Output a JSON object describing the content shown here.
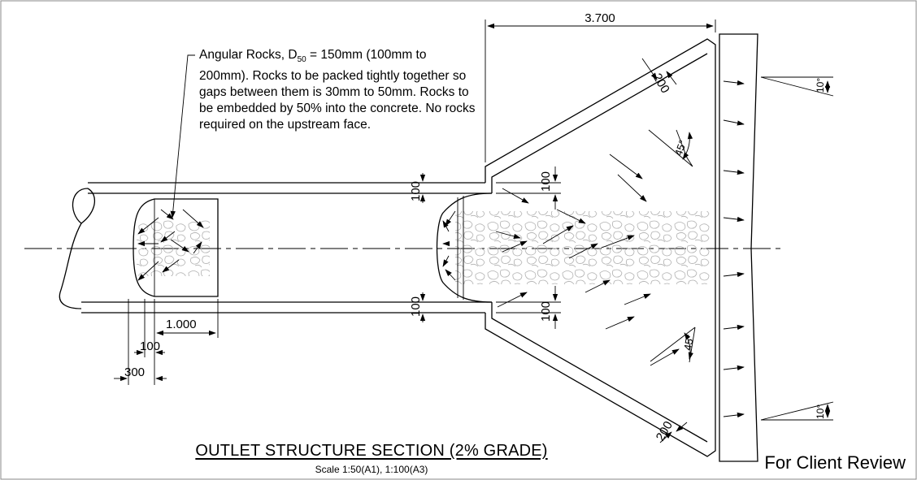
{
  "note": {
    "prefix": "Angular Rocks, D",
    "subscript": "50",
    "body": " = 150mm (100mm to 200mm). Rocks to be packed tightly together so gaps between them is 30mm to 50mm. Rocks to be embedded by 50% into the concrete. No rocks required on the upstream face."
  },
  "dimensions": {
    "apron_width": "3.700",
    "wall_top": "200",
    "wall_bottom": "200",
    "pipe_wall_top": "100",
    "pipe_wall_bottom": "100",
    "inlet_top": "100",
    "inlet_bottom": "100",
    "pipe_block_length": "1.000",
    "pipe_offset_100": "100",
    "pipe_offset_300": "300",
    "angle_top": "45°",
    "angle_bottom": "45°",
    "end_angle_top": "10°",
    "end_angle_bottom": "10°"
  },
  "title": "OUTLET STRUCTURE SECTION (2% GRADE)",
  "scale": "Scale 1:50(A1), 1:100(A3)",
  "review_stamp": "For Client Review"
}
